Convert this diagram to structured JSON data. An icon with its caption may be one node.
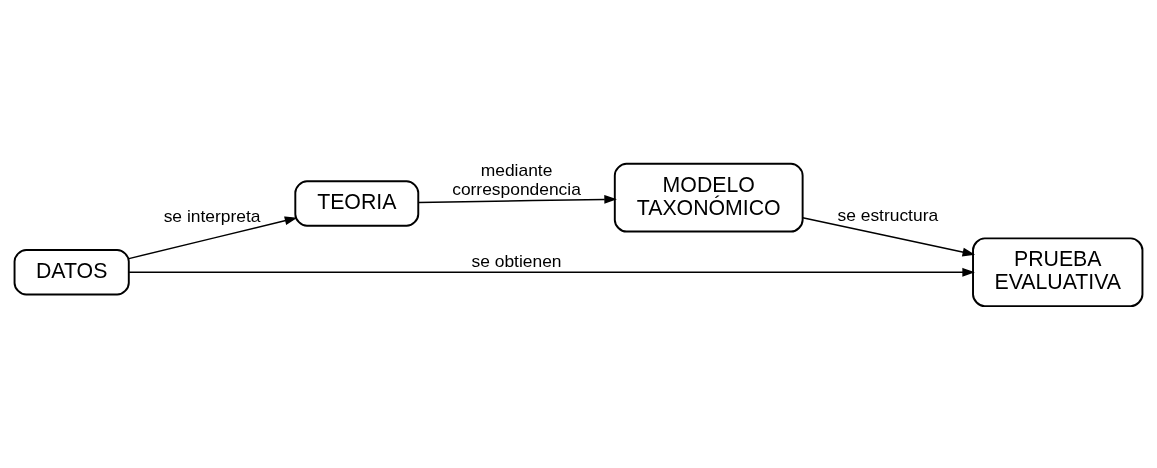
{
  "diagram": {
    "nodes": [
      {
        "text": [
          "MODELO TAXONÓMICO"
        ]
      },
      {
        "text": [
          "TEORIA"
        ]
      },
      {
        "text": [
          "PRUEBA EVALUATIVA"
        ]
      },
      {
        "text": [
          "DATOS"
        ]
      }
    ],
    "edges": [
      {
        "from": 1,
        "to": 0,
        "arrow": "to",
        "label": "mediante correspondencia"
      },
      {
        "from": 0,
        "to": 2,
        "arrow": "to",
        "label": "se estructura"
      },
      {
        "from": 3,
        "to": 2,
        "arrow": "to",
        "label": "se obtienen"
      },
      {
        "from": 3,
        "to": 1,
        "arrow": "to",
        "label": "se interpreta"
      }
    ]
  }
}
